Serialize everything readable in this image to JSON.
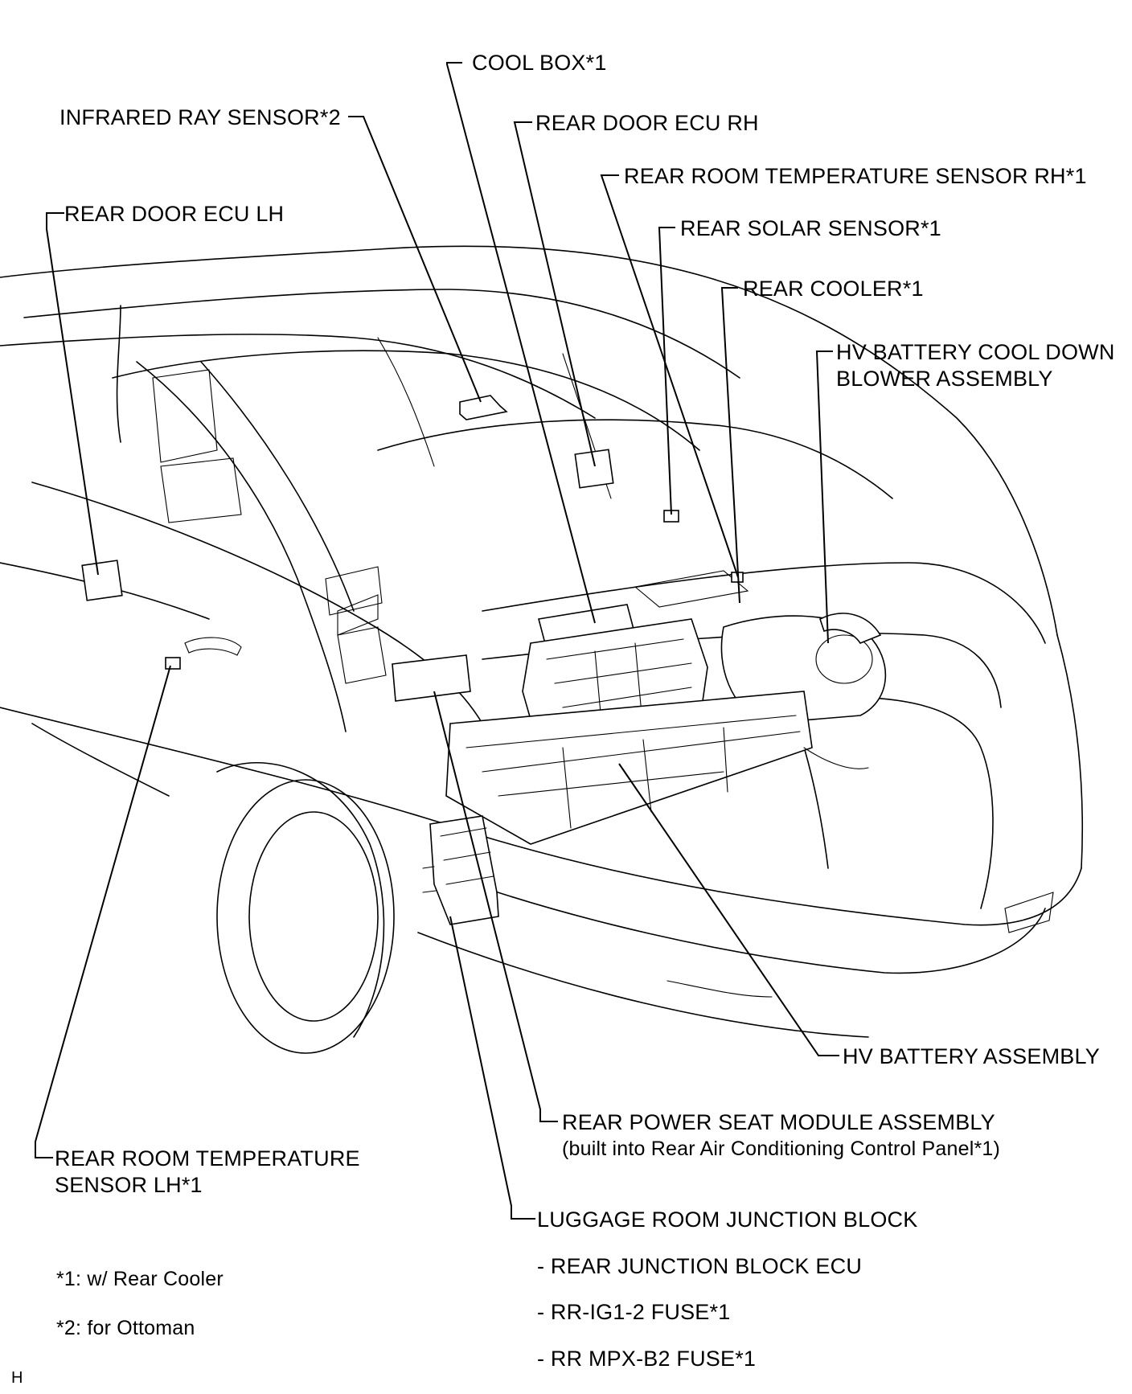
{
  "labels": {
    "cool_box": "COOL BOX*1",
    "infrared_ray_sensor": "INFRARED RAY SENSOR*2",
    "rear_door_ecu_rh": "REAR DOOR ECU RH",
    "rear_room_temp_sensor_rh": "REAR ROOM TEMPERATURE SENSOR RH*1",
    "rear_door_ecu_lh": "REAR DOOR ECU LH",
    "rear_solar_sensor": "REAR SOLAR SENSOR*1",
    "rear_cooler": "REAR COOLER*1",
    "hv_battery_cool_down_line1": "HV BATTERY COOL DOWN",
    "hv_battery_cool_down_line2": "BLOWER ASSEMBLY",
    "hv_battery_assembly": "HV BATTERY ASSEMBLY",
    "rear_power_seat_line1": "REAR POWER SEAT MODULE ASSEMBLY",
    "rear_power_seat_line2": "(built into Rear Air Conditioning Control Panel*1)",
    "rear_room_temp_sensor_lh_line1": "REAR ROOM TEMPERATURE",
    "rear_room_temp_sensor_lh_line2": "SENSOR LH*1",
    "luggage_room_junction_block": "LUGGAGE ROOM JUNCTION BLOCK",
    "rear_junction_block_ecu": "- REAR JUNCTION BLOCK ECU",
    "rr_ig1_2_fuse": "- RR-IG1-2 FUSE*1",
    "rr_mpx_b2_fuse": "- RR MPX-B2 FUSE*1"
  },
  "notes": {
    "note1": "*1: w/ Rear Cooler",
    "note2": "*2: for Ottoman"
  },
  "corner_mark": "H",
  "colors": {
    "line": "#000000",
    "background": "#ffffff"
  }
}
